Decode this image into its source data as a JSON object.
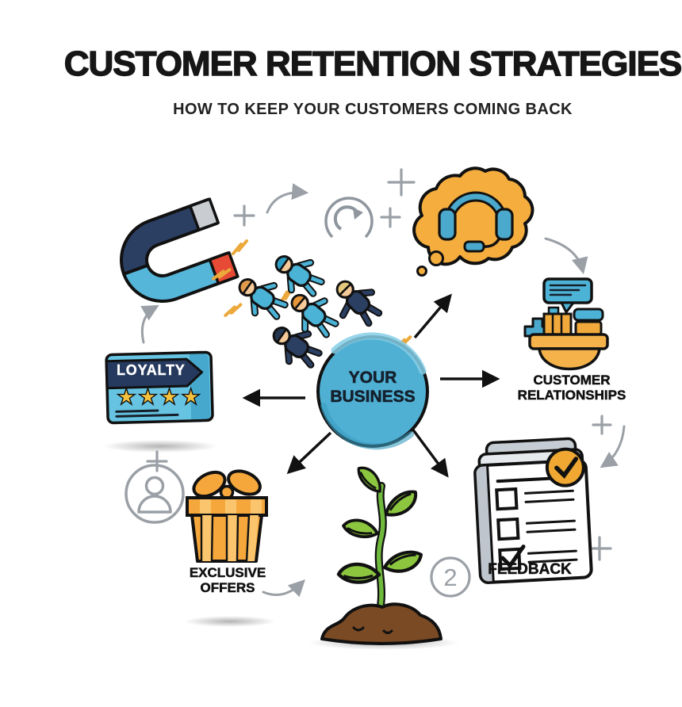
{
  "header": {
    "title": "CUSTOMER RETENTION STRATEGIES",
    "subtitle": "HOW TO KEEP YOUR CUSTOMERS COMING BACK"
  },
  "center_node": {
    "line1": "YOUR",
    "line2": "BUSINESS"
  },
  "strategies": {
    "loyalty": {
      "card_label": "LOYALTY",
      "stars_display": "★★★★",
      "star_count": 4
    },
    "customer_relationships": {
      "line1": "CUSTOMER",
      "line2": "RELATIONSHIPS"
    },
    "exclusive_offers": {
      "line1": "EXCLUSIVE",
      "line2": "OFFERS"
    },
    "feedback": {
      "label": "FEEDBACK"
    },
    "growth": {
      "step_badge": "2"
    }
  },
  "icons": {
    "magnet": "horseshoe-magnet shape, navy/blue arms, silver and red tips",
    "attracted_customers": "five small people figures pulled toward magnet with lightning bolts",
    "support_headset": "blue headset with mic inside orange thought bubble",
    "refresh": "gray circular-arrow cycle glyph",
    "loyalty_card": "light-blue card, navy ribbon banner, four gold stars",
    "user_circle": "gray outline person-in-circle",
    "gift_box": "orange striped gift box with bow",
    "growth_plant": "green sprout with five leaves in brown soil",
    "feedback_checklist": "clipboard with checkboxes and orange check seal",
    "customer_relationships_basket": "blue speech bubble, plus sign, goods in orange basket",
    "decorations": "gray plus sparkles, gray curved arrows, circled step number"
  },
  "colors": {
    "accent_blue": "#4FB0D4",
    "navy": "#2B3F63",
    "orange": "#F5A73B",
    "gold_star": "#F6C23E",
    "magnet_red": "#E84B35",
    "leaf_green": "#8CC63F",
    "soil_brown": "#7A4A24",
    "silver": "#C9CDD2",
    "decor_gray": "#9AA0A6",
    "outline_black": "#1A1A1A"
  }
}
